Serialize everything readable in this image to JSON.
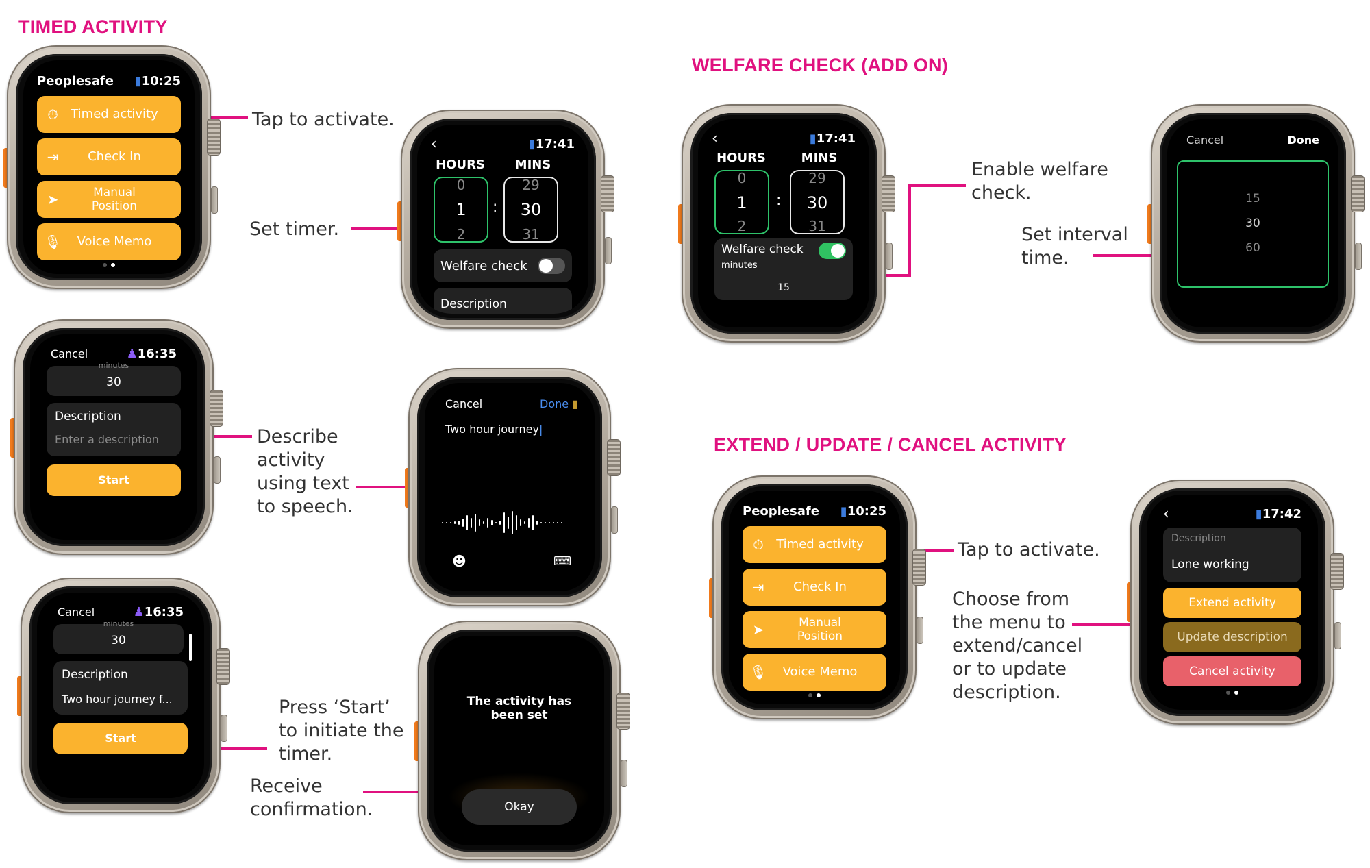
{
  "sections": {
    "timed_activity": "TIMED ACTIVITY",
    "welfare_check": "WELFARE CHECK (ADD ON)",
    "extend_update_cancel": "EXTEND / UPDATE / CANCEL ACTIVITY"
  },
  "annotations": {
    "tap_activate_1": "Tap to activate.",
    "set_timer": "Set timer.",
    "describe": [
      "Describe",
      "activity",
      "using text",
      "to speech."
    ],
    "press_start": [
      "Press ‘Start’",
      "to initiate the",
      "timer."
    ],
    "receive": [
      "Receive",
      "confirmation."
    ],
    "enable_welfare": [
      "Enable welfare",
      "check."
    ],
    "set_interval": [
      "Set interval",
      "time."
    ],
    "tap_activate_2": "Tap to activate.",
    "choose_menu": [
      "Choose from",
      "the menu to",
      "extend/cancel",
      "or to update",
      "description."
    ]
  },
  "menu_watch": {
    "app_name": "Peoplesafe",
    "time": "10:25",
    "items": [
      {
        "label": "Timed activity",
        "icon": "stopwatch-icon"
      },
      {
        "label": "Check In",
        "icon": "sign-in-icon"
      },
      {
        "label": "Manual\nPosition",
        "icon": "location-arrow-icon"
      },
      {
        "label": "Voice Memo",
        "icon": "microphone-icon"
      }
    ]
  },
  "timer_watch": {
    "time": "17:41",
    "hours_label": "HOURS",
    "mins_label": "MINS",
    "hours": [
      "0",
      "1",
      "2"
    ],
    "mins": [
      "29",
      "30",
      "31"
    ],
    "welfare_label": "Welfare check",
    "welfare_on": false,
    "description_label": "Description"
  },
  "describe_watch": {
    "cancel": "Cancel",
    "time": "16:35",
    "minutes_label": "minutes",
    "minutes_value": "30",
    "description_label": "Description",
    "description_placeholder": "Enter a description",
    "start": "Start"
  },
  "dictation_watch": {
    "cancel": "Cancel",
    "done": "Done",
    "text": "Two hour journey"
  },
  "start_watch": {
    "cancel": "Cancel",
    "time": "16:35",
    "minutes_label": "minutes",
    "minutes_value": "30",
    "description_label": "Description",
    "description_value": "Two hour journey f...",
    "start": "Start"
  },
  "confirm_watch": {
    "message": "The activity has been set",
    "okay": "Okay"
  },
  "welfare_watch": {
    "time": "17:41",
    "hours_label": "HOURS",
    "mins_label": "MINS",
    "hours": [
      "0",
      "1",
      "2"
    ],
    "mins": [
      "29",
      "30",
      "31"
    ],
    "welfare_label": "Welfare check",
    "welfare_on": true,
    "minutes_label": "minutes",
    "interval_value": "15"
  },
  "interval_watch": {
    "cancel": "Cancel",
    "done": "Done",
    "options": [
      "15",
      "30",
      "60"
    ]
  },
  "menu_watch_2": {
    "app_name": "Peoplesafe",
    "time": "10:25",
    "items": [
      {
        "label": "Timed activity",
        "icon": "stopwatch-icon"
      },
      {
        "label": "Check In",
        "icon": "sign-in-icon"
      },
      {
        "label": "Manual\nPosition",
        "icon": "location-arrow-icon"
      },
      {
        "label": "Voice Memo",
        "icon": "microphone-icon"
      }
    ]
  },
  "manage_watch": {
    "time": "17:42",
    "description_label": "Description",
    "description_value": "Lone working",
    "extend": "Extend activity",
    "update": "Update description",
    "cancel": "Cancel activity"
  },
  "colors": {
    "accent": "#e0117f",
    "yellow": "#fbb32e",
    "green": "#2ec26a",
    "dim_gold": "#8a6a1e",
    "red": "#e8616a"
  }
}
